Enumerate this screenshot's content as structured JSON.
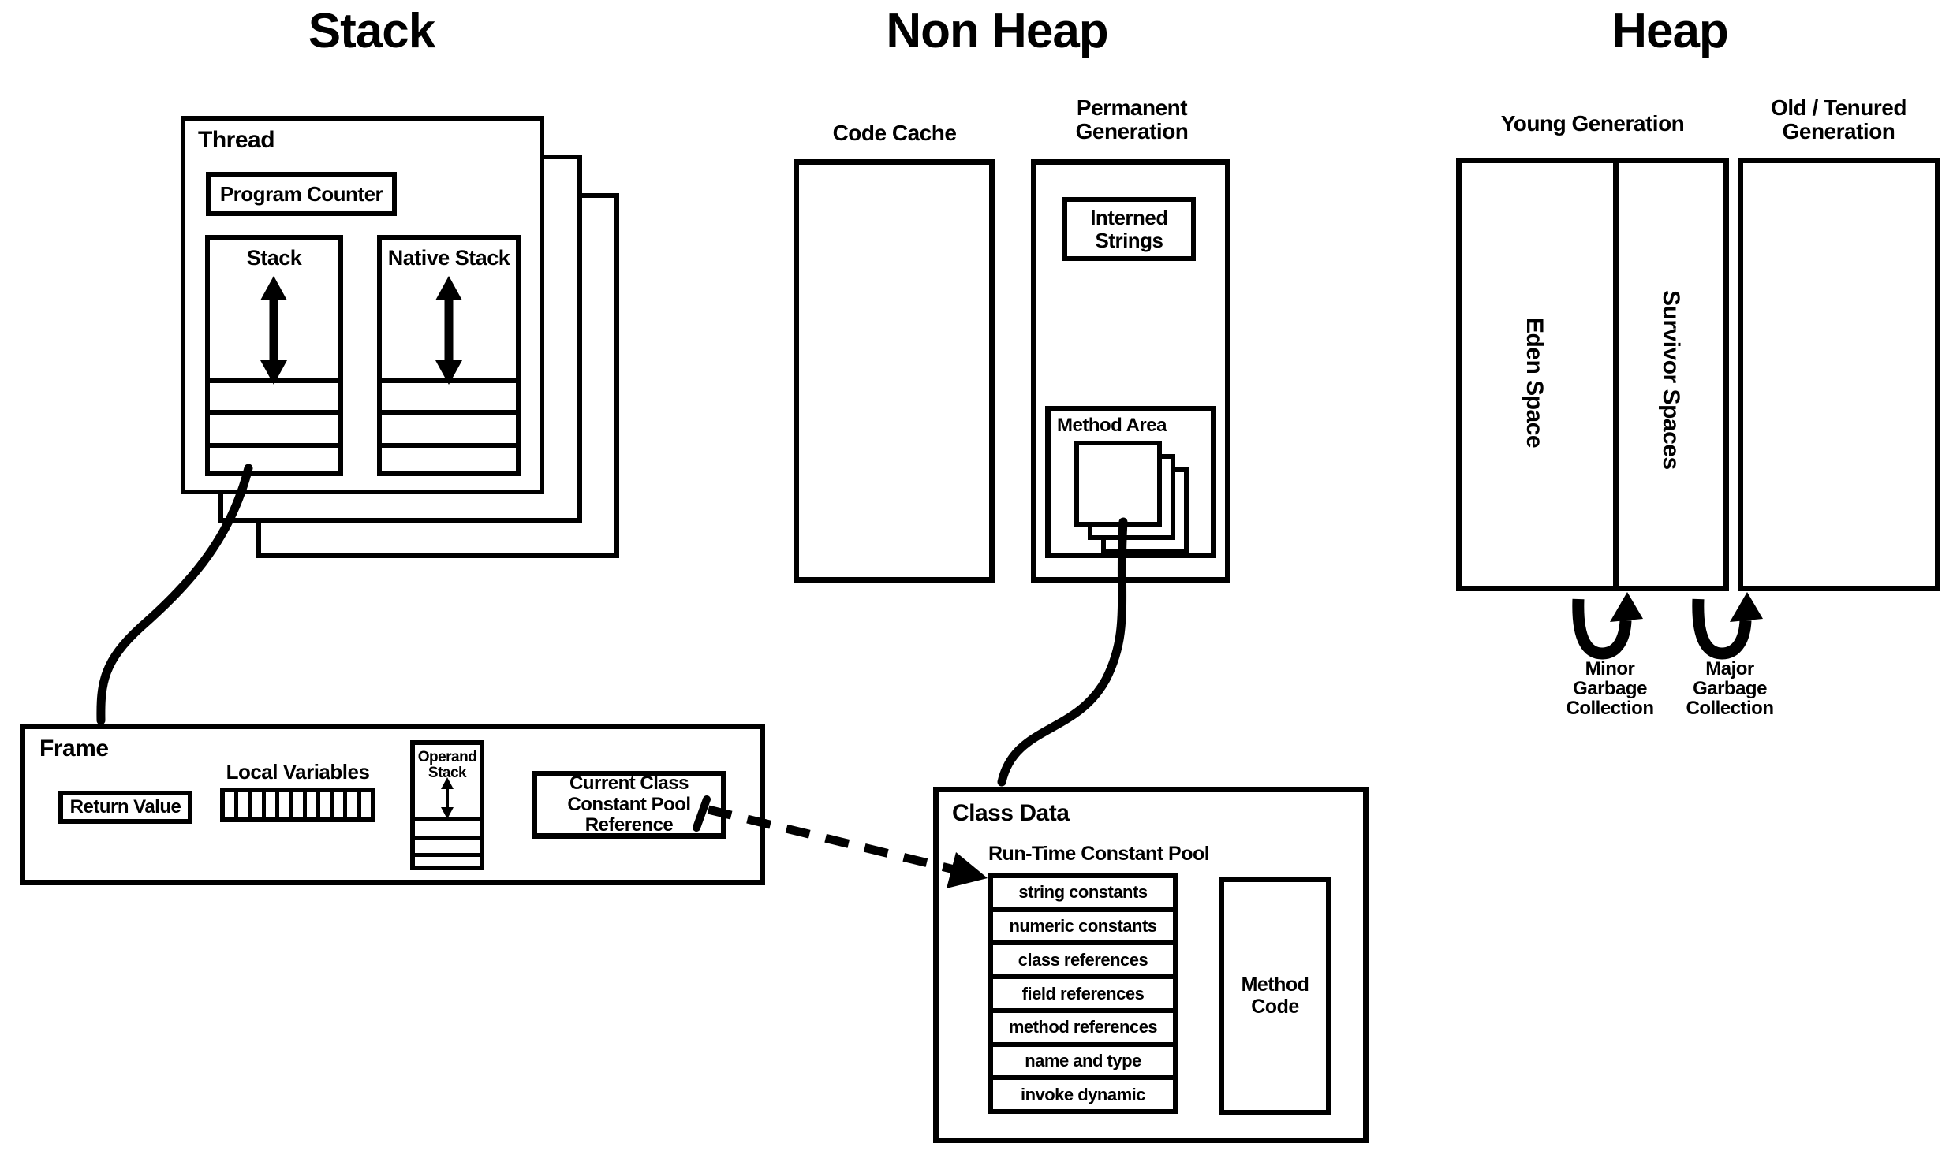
{
  "titles": {
    "stack": "Stack",
    "non_heap": "Non Heap",
    "heap": "Heap"
  },
  "stack_section": {
    "thread_label": "Thread",
    "program_counter": "Program Counter",
    "stack_box_label": "Stack",
    "native_stack_label": "Native Stack"
  },
  "frame": {
    "label": "Frame",
    "return_value": "Return Value",
    "local_variables_label": "Local Variables",
    "local_variable_cells": 11,
    "operand_stack_label": "Operand Stack",
    "constant_pool_reference": "Current Class Constant Pool Reference"
  },
  "non_heap_section": {
    "code_cache_label": "Code Cache",
    "permanent_generation_label": "Permanent Generation",
    "interned_strings": "Interned Strings",
    "method_area_label": "Method Area"
  },
  "heap_section": {
    "young_generation_label": "Young Generation",
    "old_tenured_label": "Old / Tenured Generation",
    "eden_space": "Eden Space",
    "survivor_spaces": "Survivor Spaces",
    "minor_gc": "Minor Garbage Collection",
    "major_gc": "Major Garbage Collection"
  },
  "class_data": {
    "label": "Class Data",
    "pool_title": "Run-Time Constant Pool",
    "pool_rows": [
      "string constants",
      "numeric constants",
      "class references",
      "field references",
      "method references",
      "name and type",
      "invoke dynamic"
    ],
    "method_code": "Method Code"
  },
  "colors": {
    "ink": "#000000",
    "background": "#ffffff"
  }
}
